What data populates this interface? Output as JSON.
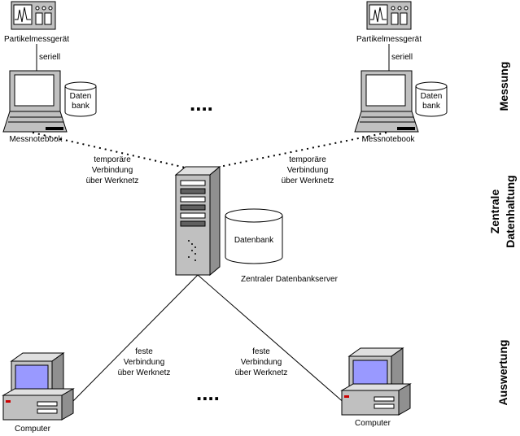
{
  "measurement": {
    "device_label": "Partikelmessgerät",
    "link_label": "seriell",
    "db_label_line1": "Daten",
    "db_label_line2": "bank",
    "notebook_label": "Messnotebook",
    "ellipsis": "...."
  },
  "temporary_link": {
    "line1": "temporäre",
    "line2": "Verbindung",
    "line3": "über Werknetz"
  },
  "server": {
    "db_label": "Datenbank",
    "server_label": "Zentraler Datenbankserver"
  },
  "fixed_link": {
    "line1": "feste",
    "line2": "Verbindung",
    "line3": "über Werknetz"
  },
  "evaluation": {
    "computer_label": "Computer",
    "ellipsis": "...."
  },
  "sections": {
    "messung": "Messung",
    "zentrale_line1": "Zentrale",
    "zentrale_line2": "Datenhaltung",
    "auswertung": "Auswertung"
  },
  "colors": {
    "device_gray": "#c0c0c0",
    "screen_blue": "#9999ff",
    "line": "#000000",
    "indicator_red": "#cc0000"
  }
}
